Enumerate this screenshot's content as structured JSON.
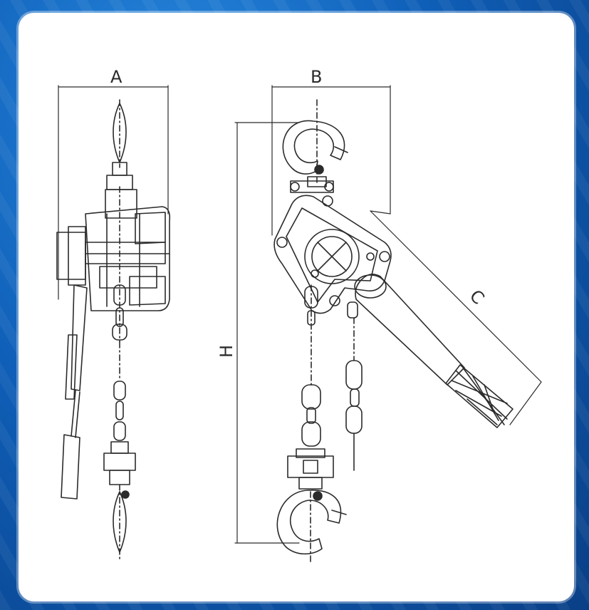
{
  "dimensions": {
    "A": "A",
    "B": "B",
    "C": "C",
    "H": "H"
  },
  "colors": {
    "frame": "#0f5fb8",
    "panel": "#ffffff",
    "ink": "#2b2b2b"
  }
}
